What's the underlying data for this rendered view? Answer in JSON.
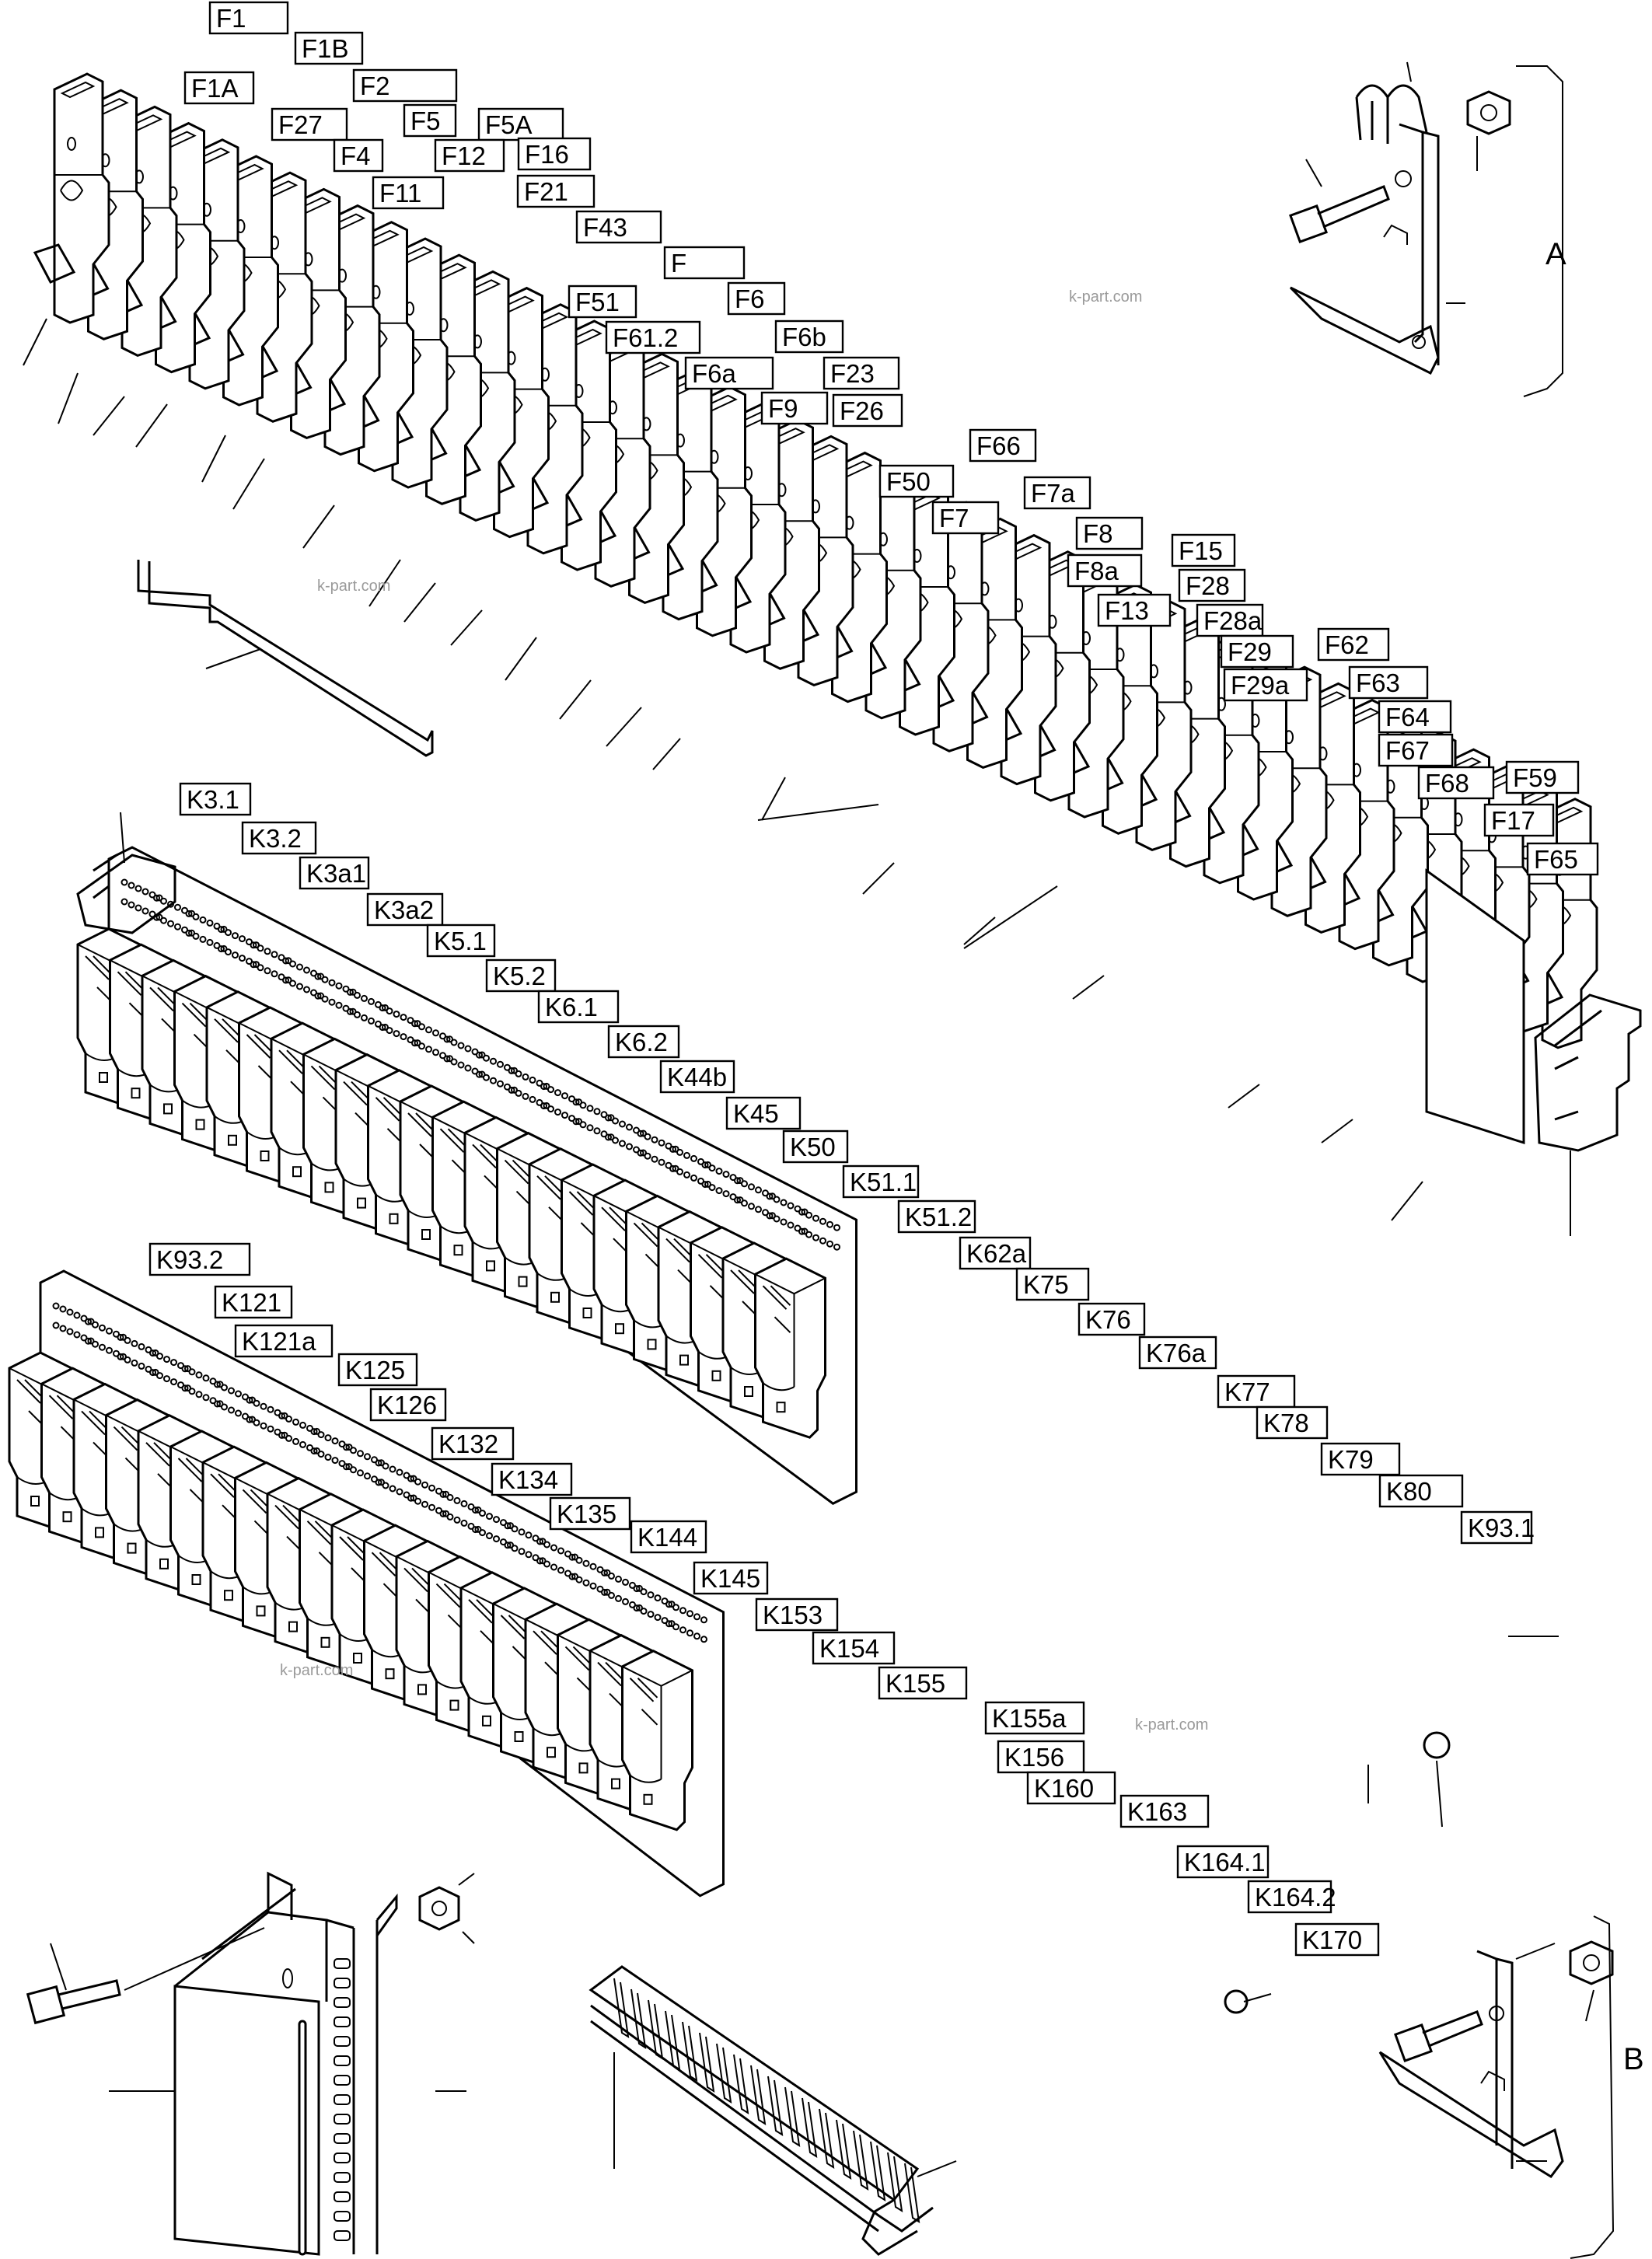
{
  "watermark": "k-part.com",
  "callouts": {
    "A": "A",
    "B": "B"
  },
  "fuse_labels": [
    "F1",
    "F1B",
    "F1A",
    "F27",
    "F2",
    "F5",
    "F5A",
    "F4",
    "F12",
    "F16",
    "F11",
    "F21",
    "F43",
    "F",
    "F51",
    "F6",
    "F61.2",
    "F6b",
    "F6a",
    "F23",
    "F9",
    "F26",
    "F66",
    "F50",
    "F7a",
    "F7",
    "F8",
    "F8a",
    "F15",
    "F13",
    "F28",
    "F28a",
    "F29",
    "F62",
    "F29a",
    "F63",
    "F64",
    "F67",
    "F68",
    "F59",
    "F17",
    "F65"
  ],
  "relay_labels_upper": [
    "K3.1",
    "K3.2",
    "K3a1",
    "K3a2",
    "K5.1",
    "K5.2",
    "K6.1",
    "K6.2",
    "K44b",
    "K45",
    "K50",
    "K51.1",
    "K51.2",
    "K62a",
    "K75",
    "K76",
    "K76a",
    "K77",
    "K78",
    "K79",
    "K80",
    "K93.1"
  ],
  "relay_labels_lower": [
    "K93.2",
    "K121",
    "K121a",
    "K125",
    "K126",
    "K132",
    "K134",
    "K135",
    "K144",
    "K145",
    "K153",
    "K154",
    "K155",
    "K155a",
    "K156",
    "K160",
    "K163",
    "K164.1",
    "K164.2",
    "K170"
  ]
}
